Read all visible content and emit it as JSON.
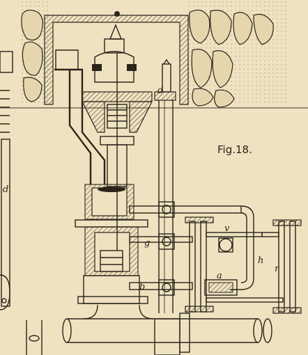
{
  "figure": {
    "caption": "Fig.18.",
    "labels": {
      "d_left": "d",
      "d_rod": "d",
      "g": "g",
      "b": "b",
      "v": "v",
      "a": "a",
      "h": "h",
      "r": "r"
    }
  },
  "colors": {
    "paper": "#efe2c0",
    "ink": "#2a241a"
  }
}
